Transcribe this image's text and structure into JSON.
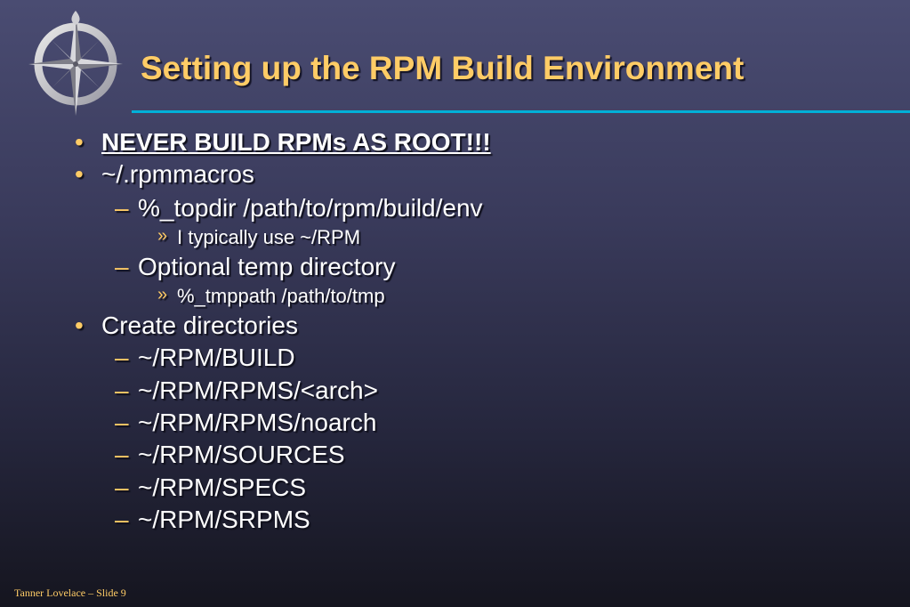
{
  "slide": {
    "title": "Setting up the RPM Build Environment",
    "logo_icon": "compass-rose-icon",
    "footer": "Tanner Lovelace – Slide 9",
    "colors": {
      "title": "#ffcc66",
      "rule": "#00b0d8",
      "text": "#ffffff",
      "marker": "#ffcc66"
    }
  },
  "bullets": [
    {
      "level": 1,
      "marker": "•",
      "text": "NEVER BUILD RPMs AS ROOT!!!",
      "emphasis": "bold-underline"
    },
    {
      "level": 1,
      "marker": "•",
      "text": "~/.rpmmacros"
    },
    {
      "level": 2,
      "marker": "–",
      "text": "%_topdir /path/to/rpm/build/env"
    },
    {
      "level": 3,
      "marker": "»",
      "text": "I typically use ~/RPM"
    },
    {
      "level": 2,
      "marker": "–",
      "text": "Optional temp directory"
    },
    {
      "level": 3,
      "marker": "»",
      "text": "%_tmppath /path/to/tmp"
    },
    {
      "level": 1,
      "marker": "•",
      "text": "Create directories"
    },
    {
      "level": 2,
      "marker": "–",
      "text": "~/RPM/BUILD"
    },
    {
      "level": 2,
      "marker": "–",
      "text": "~/RPM/RPMS/<arch>"
    },
    {
      "level": 2,
      "marker": "–",
      "text": "~/RPM/RPMS/noarch"
    },
    {
      "level": 2,
      "marker": "–",
      "text": "~/RPM/SOURCES"
    },
    {
      "level": 2,
      "marker": "–",
      "text": "~/RPM/SPECS"
    },
    {
      "level": 2,
      "marker": "–",
      "text": "~/RPM/SRPMS"
    }
  ]
}
